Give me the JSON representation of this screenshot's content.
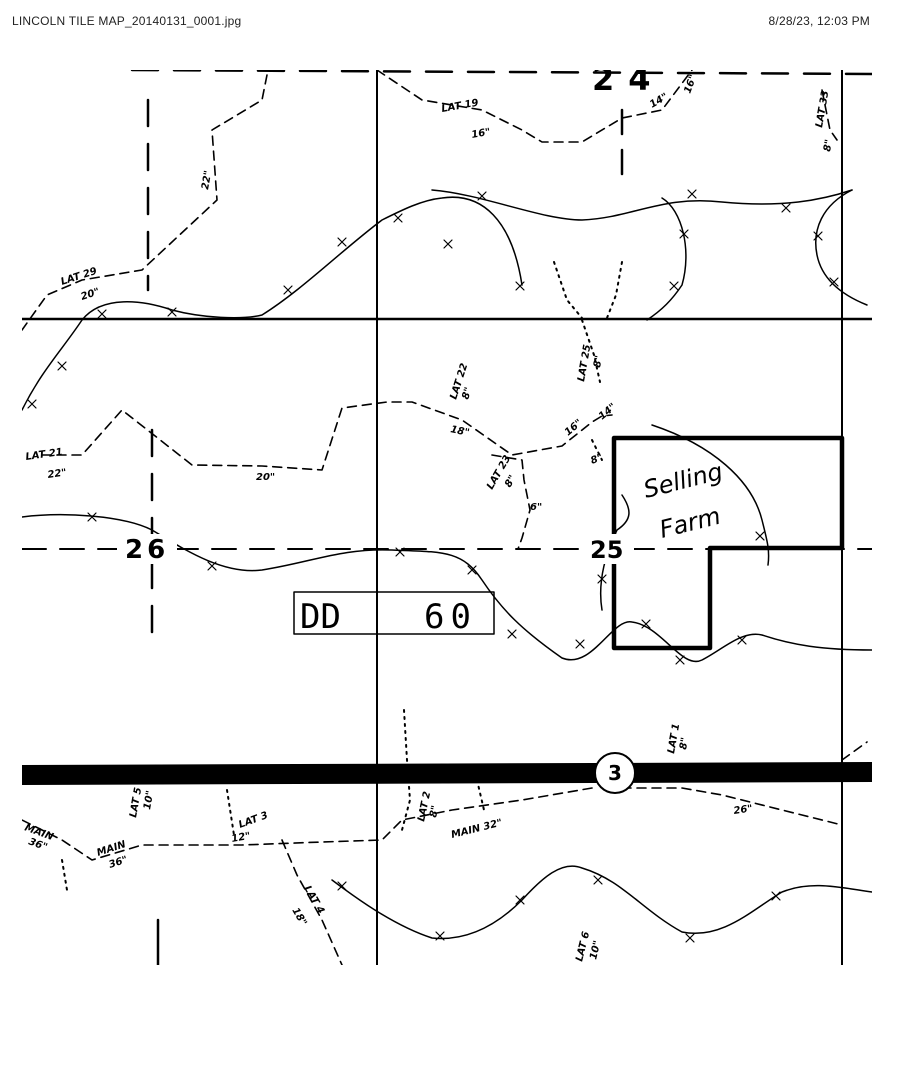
{
  "print_header": {
    "filename": "LINCOLN TILE MAP_20140131_0001.jpg",
    "datetime": "8/28/23, 12:03 PM"
  },
  "map": {
    "section_numbers": {
      "s24": "24",
      "s26": "26",
      "s25": "25"
    },
    "dd_label": {
      "prefix": "DD",
      "number": "60"
    },
    "highway_marker": "3",
    "selling_farm": {
      "line1": "Selling",
      "line2": "Farm"
    },
    "tile_labels": {
      "lat19": "LAT 19",
      "lat19_size": "16\"",
      "lat33": "LAT 33",
      "lat33_size": "8\"",
      "size_16_top": "16\"",
      "size_14_top": "14\"",
      "size_22": "22\"",
      "lat29": "LAT 29",
      "lat29_size": "20\"",
      "lat22": "LAT 22",
      "lat22_size": "8\"",
      "lat25": "LAT 25",
      "lat25_size": "8\"",
      "size_18": "18\"",
      "size_16_mid": "16\"",
      "size_14_mid": "14\"",
      "lat21": "LAT 21",
      "lat21_size": "22\"",
      "size_20": "20\"",
      "lat23": "LAT 23",
      "lat23_size": "8\"",
      "size_6": "6\"",
      "size_8_mid": "8\"",
      "lat1": "LAT 1",
      "lat1_size": "8\"",
      "size_26": "26\"",
      "lat5": "LAT 5",
      "lat5_size": "10\"",
      "lat3": "LAT 3",
      "lat3_size": "12\"",
      "lat2": "LAT 2",
      "lat2_size": "8\"",
      "main32": "MAIN 32\"",
      "main36": "MAIN",
      "main36_size": "36\"",
      "lat4": "LAT 4",
      "lat4_size": "18\"",
      "lat6": "LAT 6",
      "lat6_size": "10\"",
      "main_left": "MAIN",
      "main_left_size": "36\""
    }
  }
}
